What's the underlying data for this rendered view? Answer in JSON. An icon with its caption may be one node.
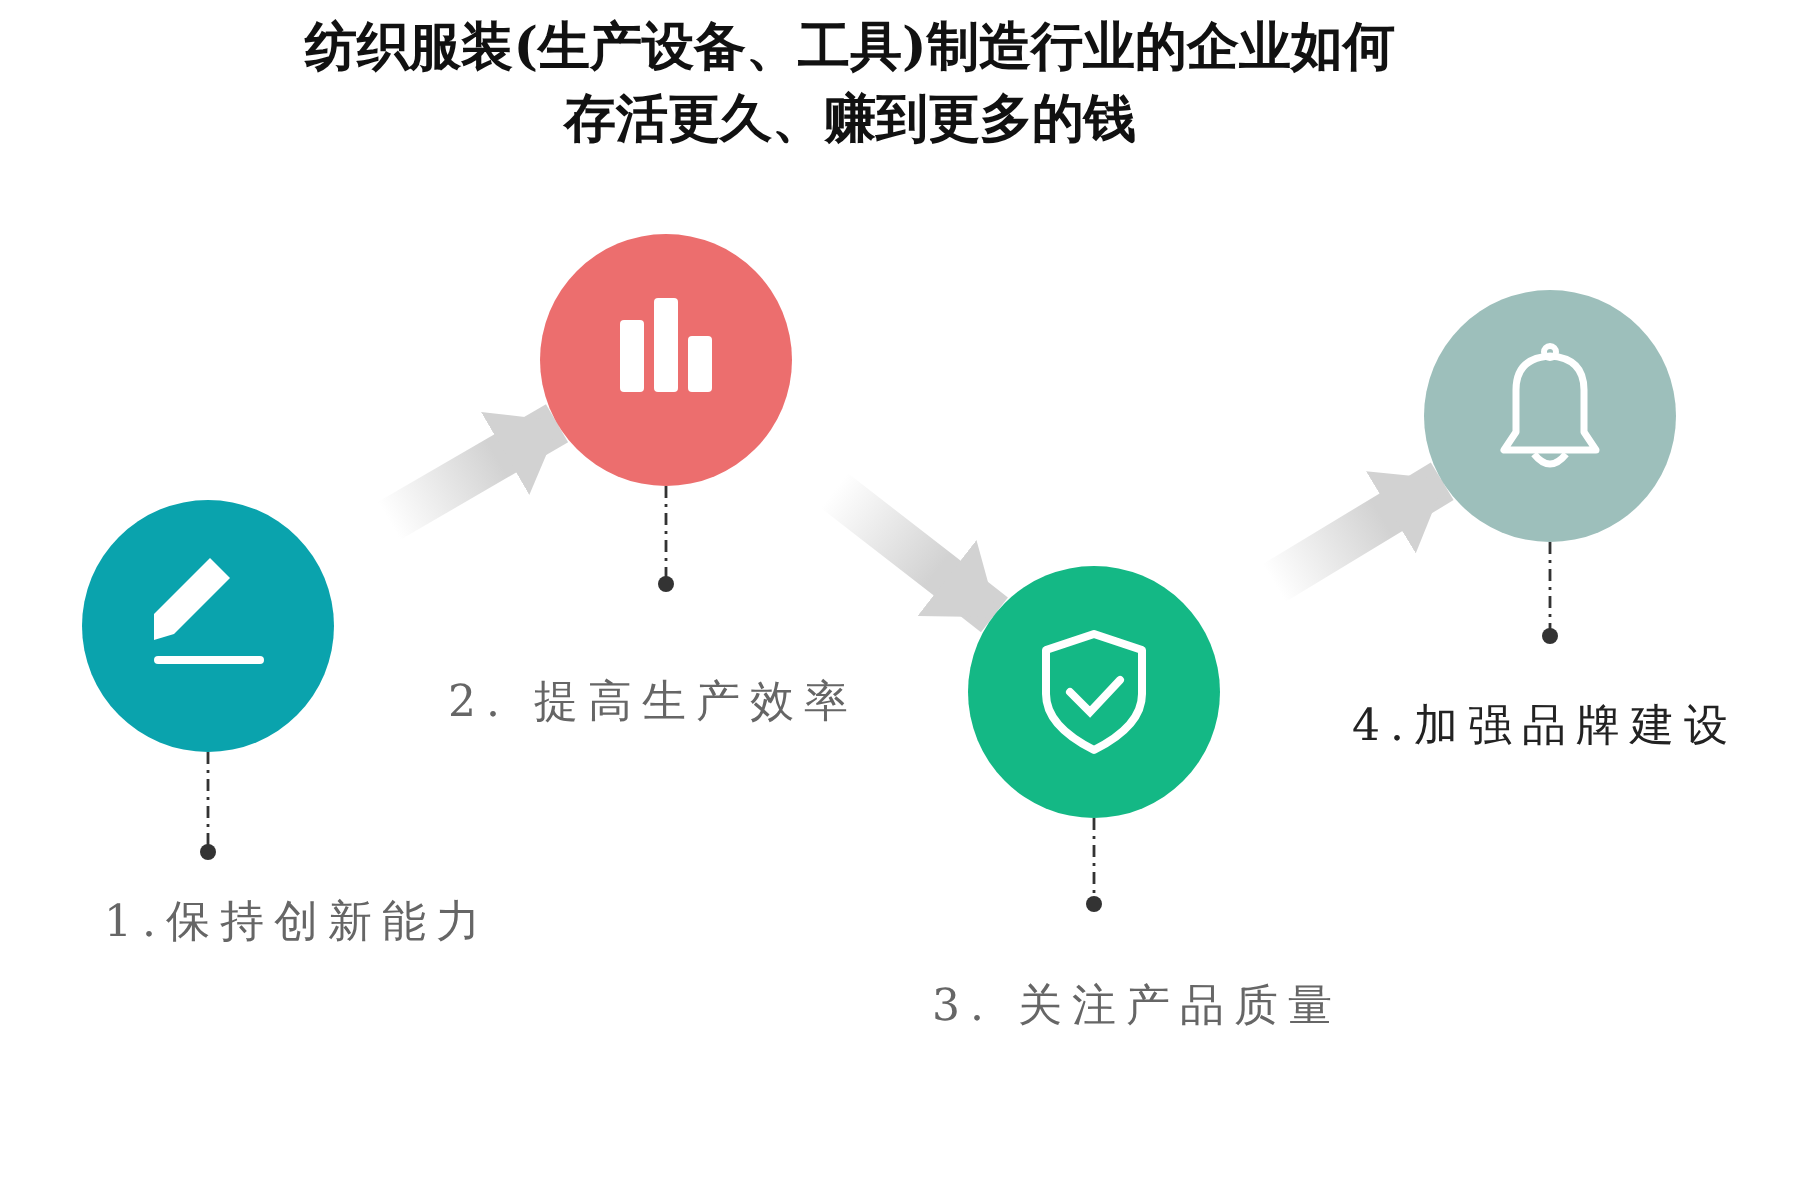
{
  "diagram": {
    "title": "纺织服装(生产设备、工具)制造行业的企业如何存活更久、赚到更多的钱",
    "nodes": [
      {
        "text": [],
        "shape": "circle"
      },
      {
        "text": [
          "1.保持创新能力"
        ]
      },
      {
        "text": [],
        "shape": "circle"
      },
      {
        "text": [
          "2. 提高生产效率"
        ]
      },
      {
        "text": [],
        "shape": "circle"
      },
      {
        "text": [
          "3. 关注产品质量"
        ]
      },
      {
        "text": [],
        "shape": "circle"
      },
      {
        "text": [
          "4.加强品牌建设"
        ]
      }
    ],
    "edges": [
      {
        "from": 0,
        "to": 2,
        "arrow": "to",
        "style": "thick",
        "color": "#d2d2d2"
      },
      {
        "from": 2,
        "to": 4,
        "arrow": "to",
        "style": "thick",
        "color": "#d2d2d2"
      },
      {
        "from": 4,
        "to": 6,
        "arrow": "to",
        "style": "thick",
        "color": "#d2d2d2"
      },
      {
        "from": 0,
        "to": 1,
        "arrow": "other",
        "style": "dashed"
      },
      {
        "from": 2,
        "to": 3,
        "arrow": "other",
        "style": "dashed"
      },
      {
        "from": 4,
        "to": 5,
        "arrow": "other",
        "style": "dashed"
      },
      {
        "from": 6,
        "to": 7,
        "arrow": "other",
        "style": "dashed"
      }
    ]
  }
}
